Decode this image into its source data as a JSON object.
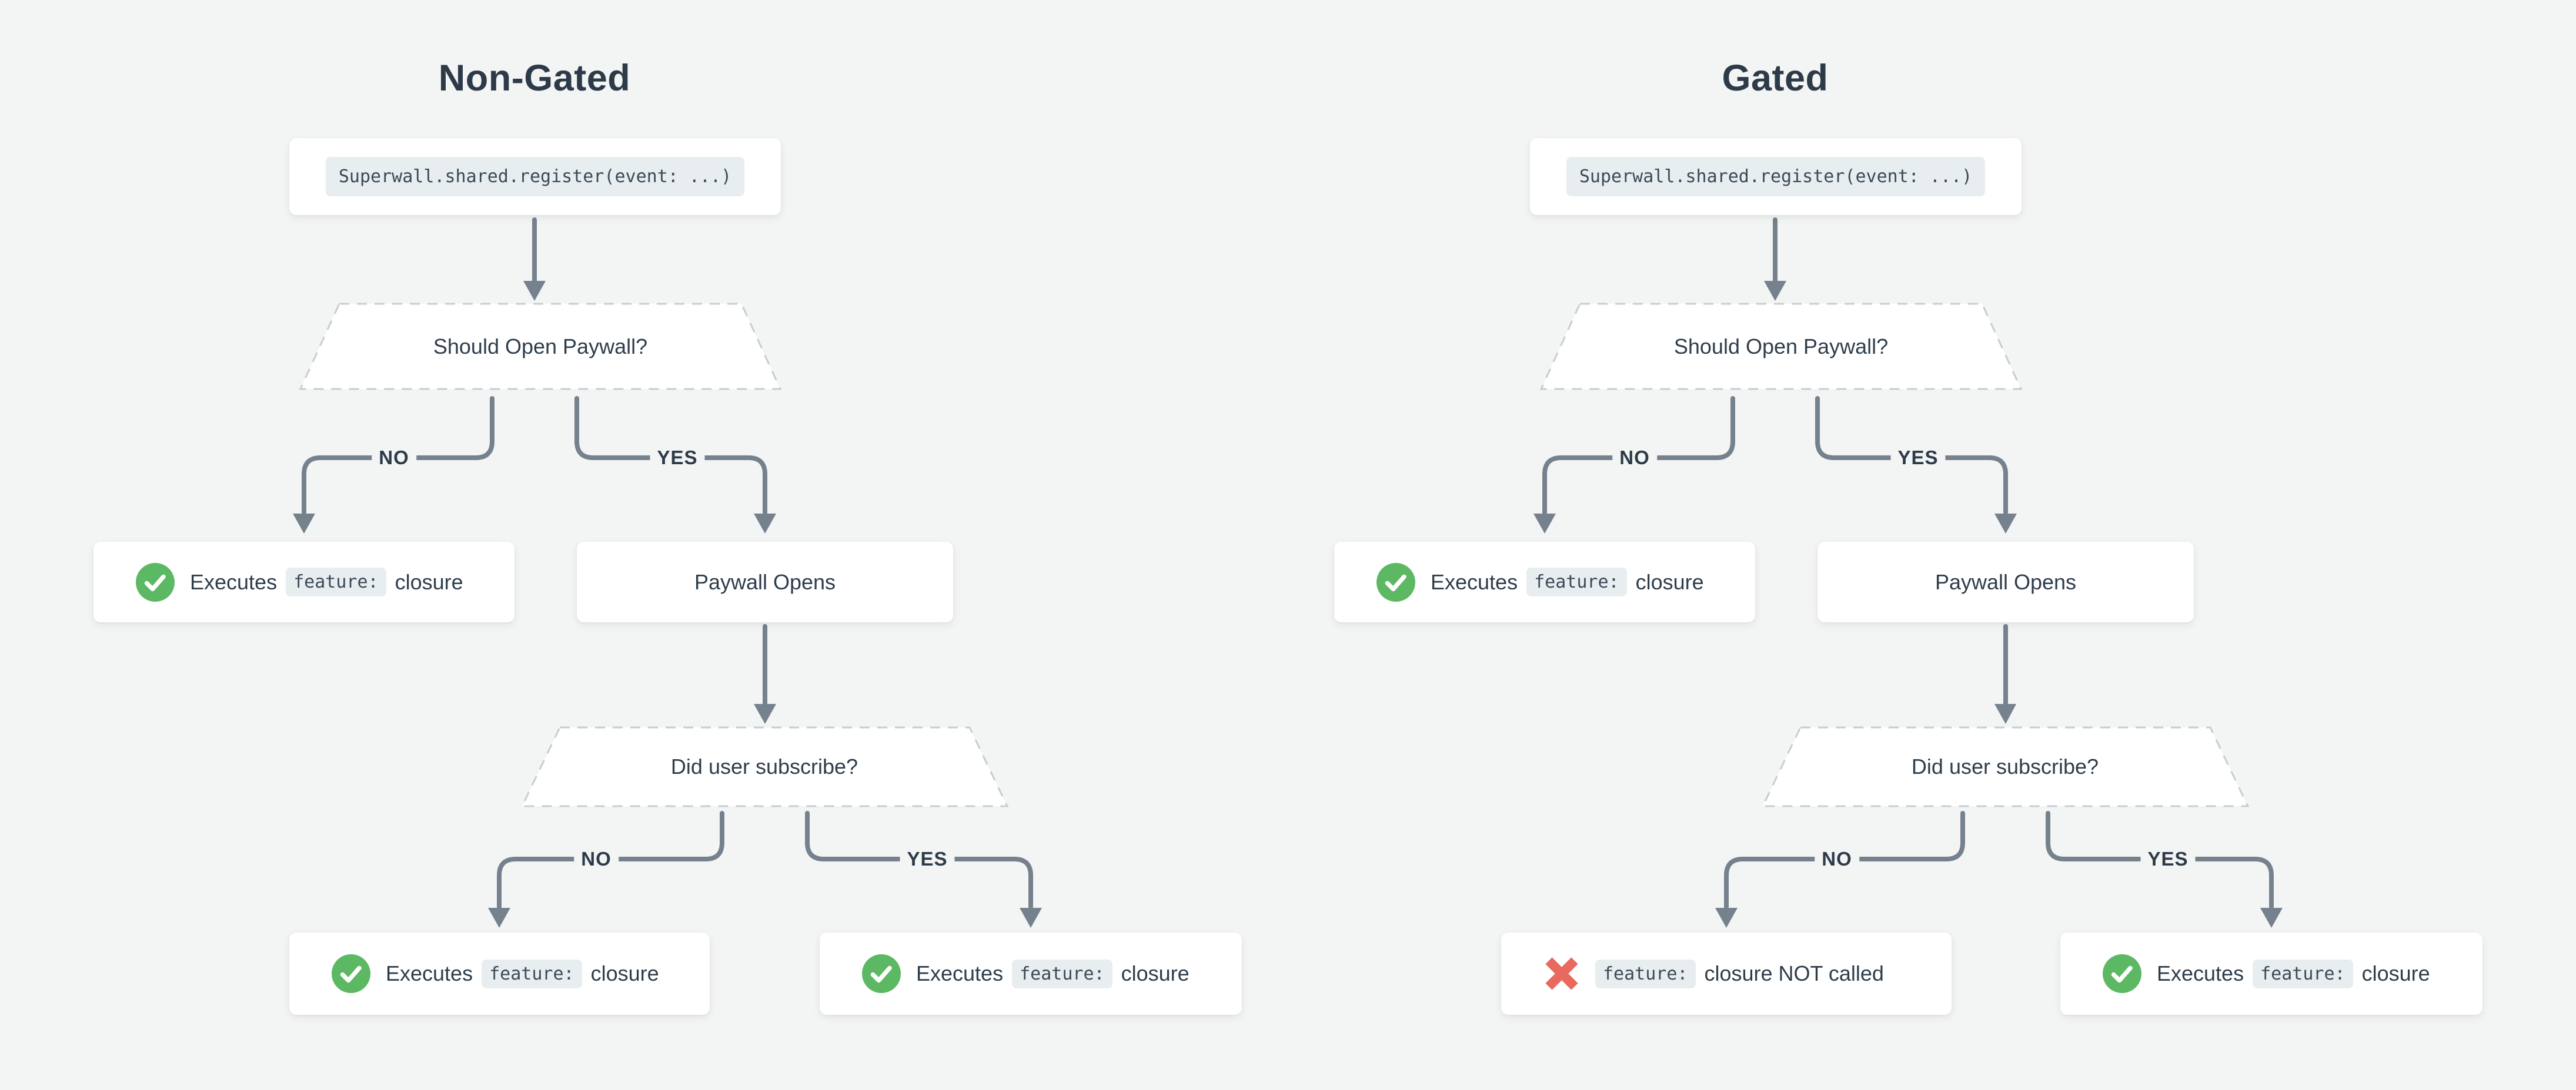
{
  "colors": {
    "background": "#f3f4f4",
    "card": "#ffffff",
    "text": "#2e3d4b",
    "connector": "#75828e",
    "dashed_border": "#c4ced6",
    "chip_background": "#e8edf0",
    "chip_text": "#3b4a58",
    "success_green": "#5cb862",
    "failure_red": "#e8695d"
  },
  "icons": {
    "success": "check-icon",
    "failure": "cross-icon"
  },
  "flows": [
    {
      "title": "Non-Gated",
      "code_call": "Superwall.shared.register(event: ...)",
      "decision_open": "Should Open Paywall?",
      "label_no": "NO",
      "label_yes": "YES",
      "result_no": {
        "before": "Executes",
        "chip": "feature:",
        "after": "closure"
      },
      "paywall_opens": "Paywall Opens",
      "decision_subscribe": "Did user subscribe?",
      "label_no2": "NO",
      "label_yes2": "YES",
      "result_sub_no": {
        "before": "Executes",
        "chip": "feature:",
        "after": "closure"
      },
      "result_sub_yes": {
        "before": "Executes",
        "chip": "feature:",
        "after": "closure"
      }
    },
    {
      "title": "Gated",
      "code_call": "Superwall.shared.register(event: ...)",
      "decision_open": "Should Open Paywall?",
      "label_no": "NO",
      "label_yes": "YES",
      "result_no": {
        "before": "Executes",
        "chip": "feature:",
        "after": "closure"
      },
      "paywall_opens": "Paywall Opens",
      "decision_subscribe": "Did user subscribe?",
      "label_no2": "NO",
      "label_yes2": "YES",
      "result_sub_no": {
        "before": "",
        "chip": "feature:",
        "after": "closure NOT called"
      },
      "result_sub_yes": {
        "before": "Executes",
        "chip": "feature:",
        "after": "closure"
      }
    }
  ]
}
